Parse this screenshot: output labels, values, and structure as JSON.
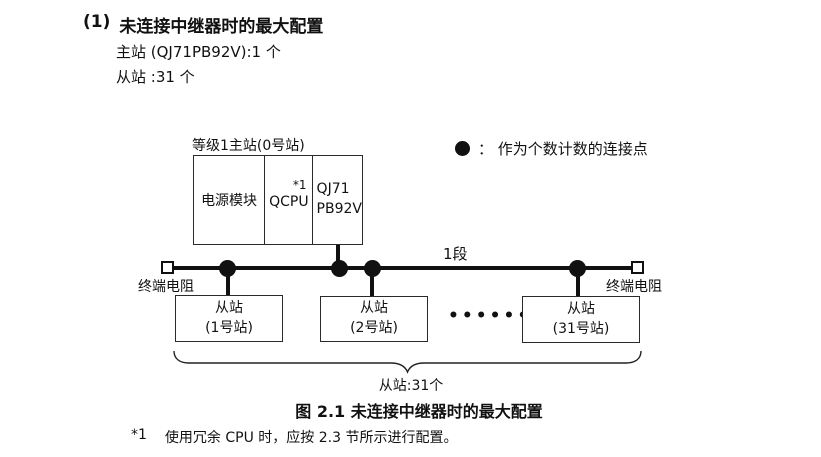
{
  "heading": {
    "number": "(1)",
    "title": "未连接中继器时的最大配置"
  },
  "specs": {
    "master": "主站 (QJ71PB92V):1 个",
    "slave": "从站 :31 个"
  },
  "legend": {
    "label": "： 作为个数计数的连接点"
  },
  "diagram": {
    "master": {
      "caption": "等级1主站(0号站)",
      "power_module": "电源模块",
      "cpu": "QCPU",
      "cpu_footnote_ref": "*1",
      "network_module": "QJ71\nPB92V"
    },
    "segment_label": "1段",
    "terminator_left": "终端电阻",
    "terminator_right": "终端电阻",
    "slaves": [
      {
        "name": "从站",
        "station": "(1号站)"
      },
      {
        "name": "从站",
        "station": "(2号站)"
      },
      {
        "name": "从站",
        "station": "(31号站)"
      }
    ],
    "ellipsis": "••••••",
    "brace_label": "从站:31个"
  },
  "caption": "图 2.1 未连接中继器时的最大配置",
  "footnote": {
    "marker": "*1",
    "text": "使用冗余 CPU 时，应按 2.3 节所示进行配置。"
  },
  "colors": {
    "ink": "#111111",
    "background": "#ffffff"
  }
}
